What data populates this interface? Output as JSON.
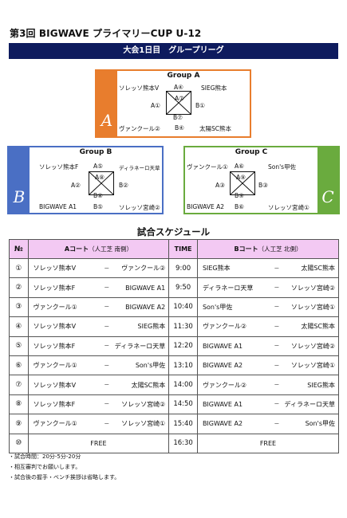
{
  "header": {
    "title": "第3回 BIGWAVE プライマリーCUP U-12",
    "day_bar": "大会1日目　グループリーグ"
  },
  "groups": {
    "a": {
      "name": "Group A",
      "letter": "A",
      "color": "#e87d2d",
      "team1": "ソレッソ熊本V",
      "team2": "SIEG熊本",
      "team3": "ヴァンクール②",
      "team4": "太陽SC熊本",
      "m_top": "A④",
      "m_left": "A①",
      "m_right": "B①",
      "m_bottom": "B④",
      "m_inner_top": "A⑦",
      "m_inner_bottom": "B⑦"
    },
    "b": {
      "name": "Group B",
      "letter": "B",
      "color": "#4a6fc4",
      "team1": "ソレッソ熊本F",
      "team2": "ディラネーロ天草",
      "team3": "BIGWAVE A1",
      "team4": "ソレッソ宮崎②",
      "m_top": "A⑤",
      "m_left": "A②",
      "m_right": "B②",
      "m_bottom": "B⑤",
      "m_inner_top": "A⑧",
      "m_inner_bottom": "B⑧"
    },
    "c": {
      "name": "Group C",
      "letter": "C",
      "color": "#6aab3e",
      "team1": "ヴァンクール①",
      "team2": "Son's甲佐",
      "team3": "BIGWAVE A2",
      "team4": "ソレッソ宮崎①",
      "m_top": "A⑥",
      "m_left": "A③",
      "m_right": "B③",
      "m_bottom": "B⑥",
      "m_inner_top": "A⑨",
      "m_inner_bottom": "B⑨"
    }
  },
  "schedule": {
    "title": "試合スケジュール",
    "head": {
      "num": "№",
      "a_court": "Aコート",
      "a_court_note": "（人工芝 南側）",
      "time": "TIME",
      "b_court": "Bコート",
      "b_court_note": "（人工芝 北側）"
    },
    "vs": "－",
    "rows": [
      {
        "num": "①",
        "a1": "ソレッソ熊本V",
        "a2": "ヴァンクール②",
        "time": "9:00",
        "b1": "SIEG熊本",
        "b2": "太陽SC熊本"
      },
      {
        "num": "②",
        "a1": "ソレッソ熊本F",
        "a2": "BIGWAVE A1",
        "time": "9:50",
        "b1": "ディラネーロ天草",
        "b2": "ソレッソ宮崎②"
      },
      {
        "num": "③",
        "a1": "ヴァンクール①",
        "a2": "BIGWAVE A2",
        "time": "10:40",
        "b1": "Son's甲佐",
        "b2": "ソレッソ宮崎①"
      },
      {
        "num": "④",
        "a1": "ソレッソ熊本V",
        "a2": "SIEG熊本",
        "time": "11:30",
        "b1": "ヴァンクール②",
        "b2": "太陽SC熊本"
      },
      {
        "num": "⑤",
        "a1": "ソレッソ熊本F",
        "a2": "ディラネーロ天草",
        "time": "12:20",
        "b1": "BIGWAVE A1",
        "b2": "ソレッソ宮崎②"
      },
      {
        "num": "⑥",
        "a1": "ヴァンクール①",
        "a2": "Son's甲佐",
        "time": "13:10",
        "b1": "BIGWAVE A2",
        "b2": "ソレッソ宮崎①"
      },
      {
        "num": "⑦",
        "a1": "ソレッソ熊本V",
        "a2": "太陽SC熊本",
        "time": "14:00",
        "b1": "ヴァンクール②",
        "b2": "SIEG熊本"
      },
      {
        "num": "⑧",
        "a1": "ソレッソ熊本F",
        "a2": "ソレッソ宮崎②",
        "time": "14:50",
        "b1": "BIGWAVE A1",
        "b2": "ディラネーロ天草"
      },
      {
        "num": "⑨",
        "a1": "ヴァンクール①",
        "a2": "ソレッソ宮崎①",
        "time": "15:40",
        "b1": "BIGWAVE A2",
        "b2": "Son's甲佐"
      }
    ],
    "free_row": {
      "num": "⑩",
      "a": "FREE",
      "time": "16:30",
      "b": "FREE"
    }
  },
  "notes": [
    "・試合時間：20分-5分-20分",
    "・相互審判でお願いします。",
    "・試合後の握手・ベンチ挨拶は省略します。"
  ]
}
